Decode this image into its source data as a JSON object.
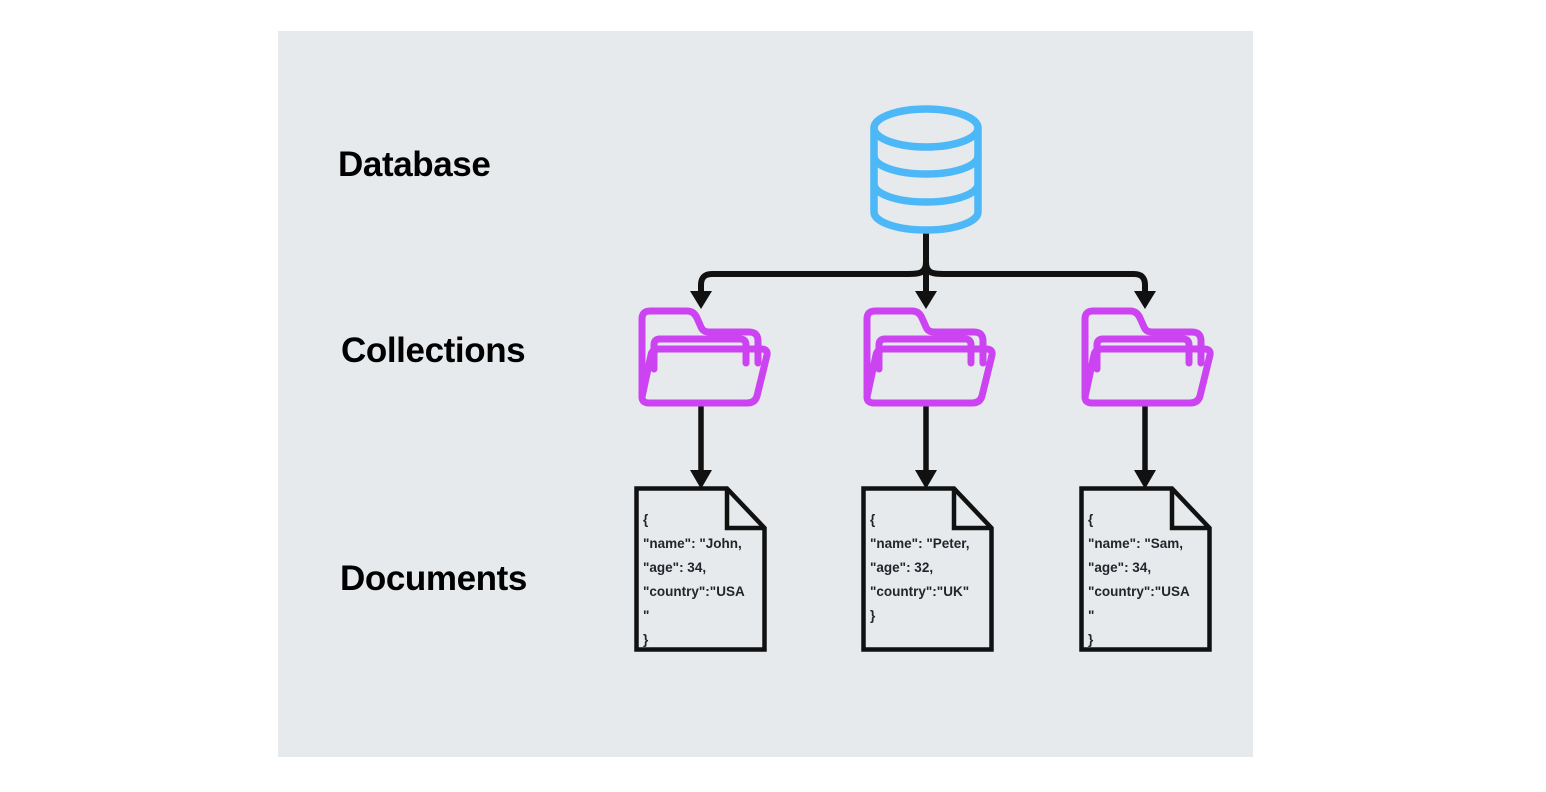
{
  "diagram": {
    "title": "Database / Collections / Documents hierarchy",
    "background_color": "#e6eaec",
    "page_color": "#ffffff",
    "database_color": "#4db8f7",
    "collection_color": "#cc44f2",
    "line_color": "#111111",
    "document_text_color": "#22262b"
  },
  "rows": {
    "database_label": "Database",
    "collections_label": "Collections",
    "documents_label": "Documents"
  },
  "database": {
    "icon": "database-cylinder-icon",
    "layers": 3
  },
  "collections": [
    {
      "icon": "folder-icon",
      "index": 1
    },
    {
      "icon": "folder-icon",
      "index": 2
    },
    {
      "icon": "folder-icon",
      "index": 3
    }
  ],
  "documents": [
    {
      "icon": "document-page-icon",
      "lines": [
        "{",
        "\"name\": \"John,",
        "\"age\": 34,",
        "\"country\":\"USA",
        "\"",
        "}"
      ],
      "text": "{\n\"name\": \"John,\n\"age\": 34,\n\"country\":\"USA\n\"\n}",
      "fields": {
        "name": "John",
        "age": "34",
        "country": "USA"
      }
    },
    {
      "icon": "document-page-icon",
      "lines": [
        "{",
        "\"name\": \"Peter,",
        "\"age\": 32,",
        "\"country\":\"UK\"",
        "}"
      ],
      "text": "{\n\"name\": \"Peter,\n\"age\": 32,\n\"country\":\"UK\"\n}",
      "fields": {
        "name": "Peter",
        "age": "32",
        "country": "UK"
      }
    },
    {
      "icon": "document-page-icon",
      "lines": [
        "{",
        "\"name\": \"Sam,",
        "\"age\": 34,",
        "\"country\":\"USA",
        "\"",
        "}"
      ],
      "text": "{\n\"name\": \"Sam,\n\"age\": 34,\n\"country\":\"USA\n\"\n}",
      "fields": {
        "name": "Sam",
        "age": "34",
        "country": "USA"
      }
    }
  ]
}
